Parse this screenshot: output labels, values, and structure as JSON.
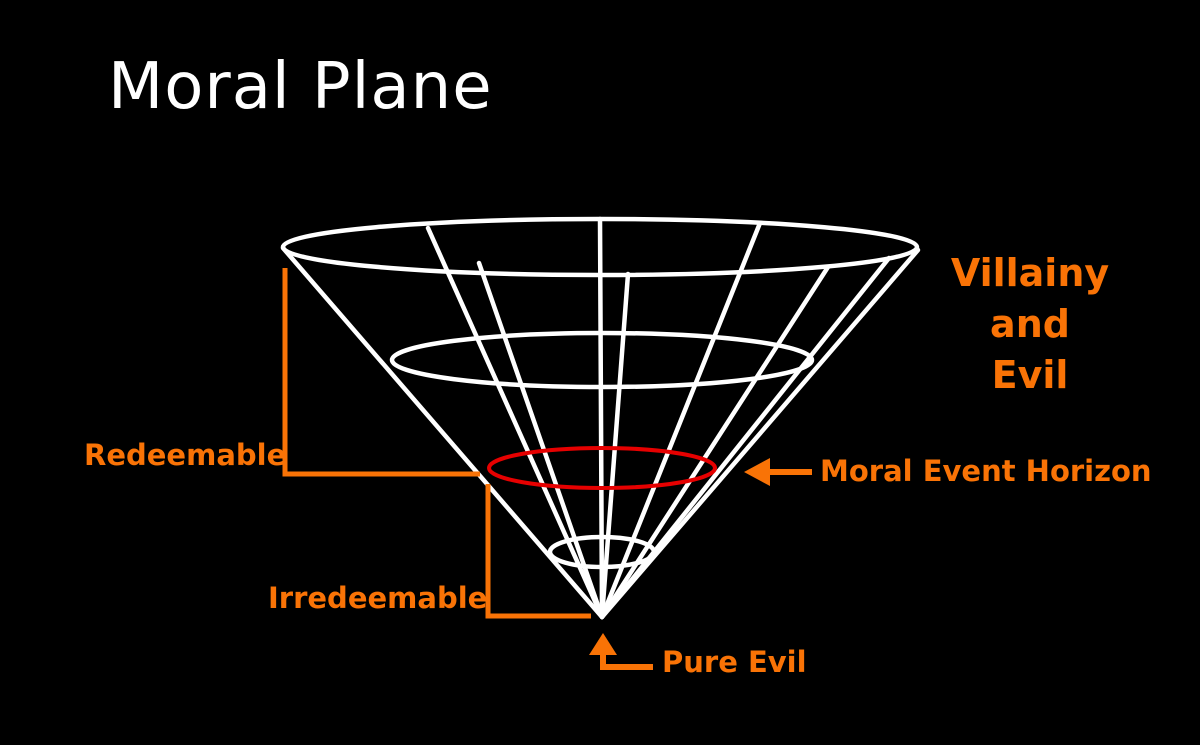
{
  "title": "Moral Plane",
  "colors": {
    "background": "#000000",
    "accent": "#f97306",
    "funnel": "#ffffff",
    "ring": "#e60000"
  },
  "labels": {
    "villainy_lines": [
      "Villainy",
      "and",
      "Evil"
    ],
    "redeemable": "Redeemable",
    "irredeemable": "Irredeemable",
    "moral_event_horizon": "Moral Event Horizon",
    "pure_evil": "Pure Evil"
  }
}
